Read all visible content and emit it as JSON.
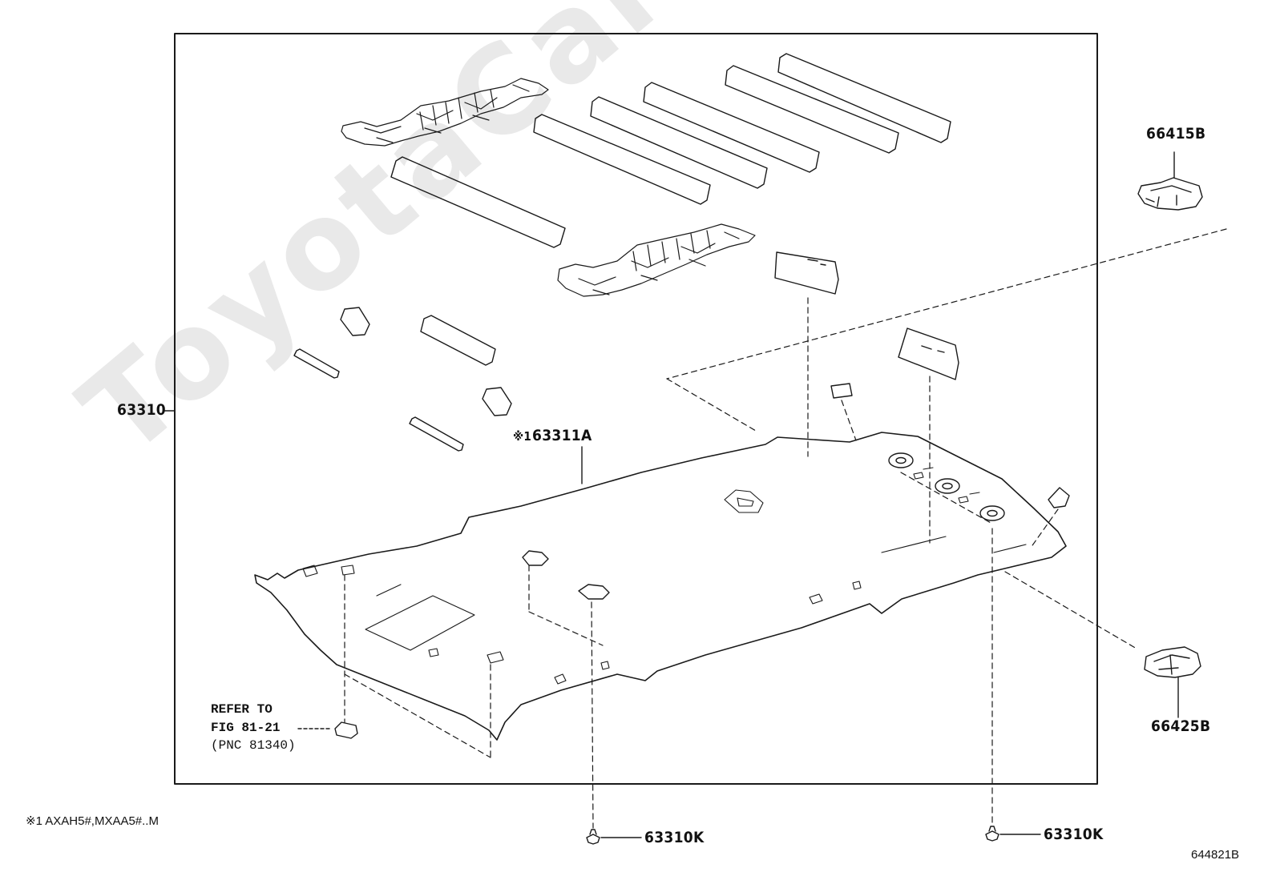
{
  "watermark": "ToyotaCarMine.ru",
  "labels": {
    "part_63310": "63310",
    "part_63311a": "63311A",
    "mark_63311a": "※1",
    "part_66415b": "66415B",
    "part_66425b": "66425B",
    "part_63310k_left": "63310K",
    "part_63310k_right": "63310K",
    "refer_line1": "REFER TO",
    "refer_line2": "FIG 81-21",
    "refer_line3": "(PNC 81340)"
  },
  "footnote": "※1 AXAH5#,MXAA5#..M",
  "illustration_number": "644821B"
}
